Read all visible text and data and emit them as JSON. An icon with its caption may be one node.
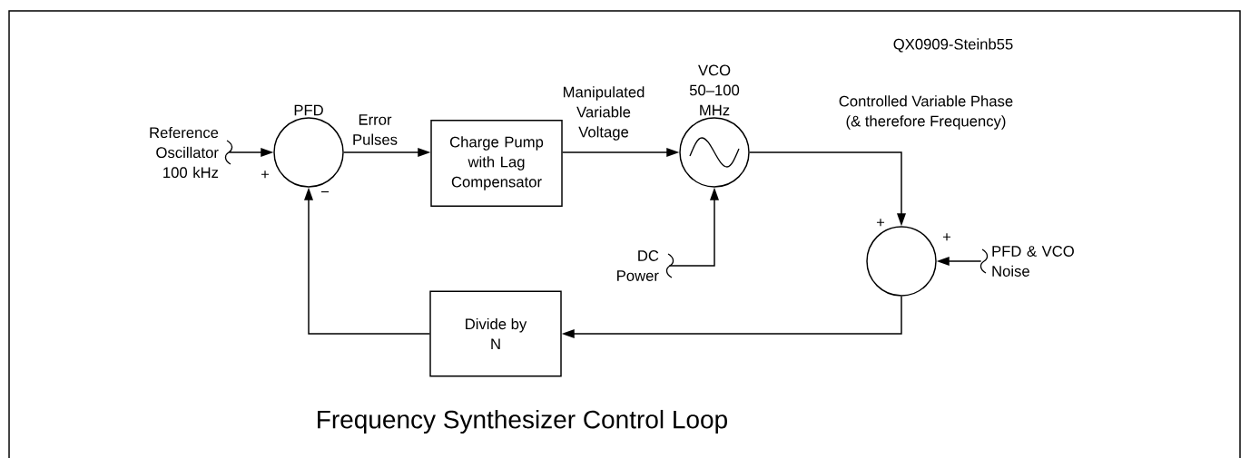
{
  "diagram": {
    "caption": "Frequency Synthesizer Control Loop",
    "nodes": [
      {
        "text": [
          "Reference Oscillator 100 kHz"
        ]
      },
      {
        "text": [
          "PFD"
        ]
      },
      {
        "text": [
          "Charge Pump with Lag Compensator"
        ]
      },
      {
        "text": [
          "VCO 50–100 MHz"
        ]
      },
      {
        "text": [
          "DC Power"
        ]
      },
      {
        "text": [],
        "shape": "circle"
      },
      {
        "text": [
          "PFD & VCO Noise"
        ]
      },
      {
        "text": [
          "Divide by N"
        ]
      }
    ],
    "edges": [
      {
        "from": 0,
        "to": 1,
        "arrow": "to"
      },
      {
        "from": 1,
        "to": 2,
        "arrow": "to",
        "label": "Error Pulses"
      },
      {
        "from": 2,
        "to": 3,
        "arrow": "to",
        "label": "Manipulated Variable Voltage"
      },
      {
        "from": 4,
        "to": 3,
        "arrow": "to"
      },
      {
        "from": 3,
        "to": 5,
        "arrow": "to",
        "label": "Controlled Variable Phase (& therefore Frequency)"
      },
      {
        "from": 6,
        "to": 5,
        "arrow": "to"
      },
      {
        "from": 5,
        "to": 7,
        "arrow": "to"
      },
      {
        "from": 7,
        "to": 1,
        "arrow": "to"
      }
    ],
    "labels": [
      "+",
      "−",
      "+",
      "+",
      "QX0909-Steinb55"
    ]
  }
}
